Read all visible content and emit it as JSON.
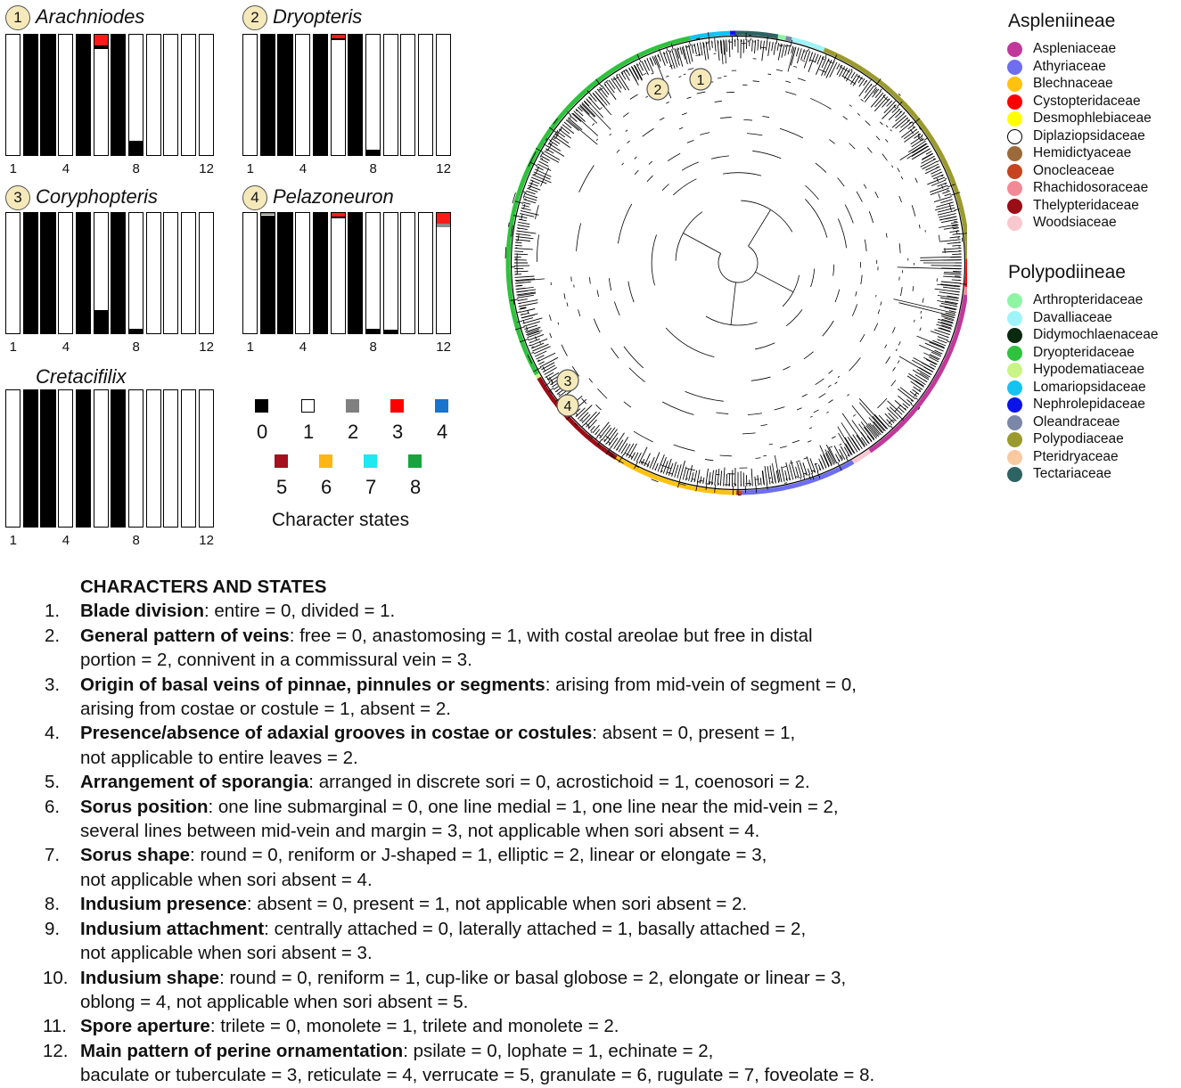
{
  "taxa": [
    {
      "badge": "1",
      "name": "Arachniodes",
      "bars": [
        {
          "s": "w"
        },
        {
          "s": "b"
        },
        {
          "s": "b"
        },
        {
          "s": "w"
        },
        {
          "s": "b"
        },
        {
          "s": "w",
          "seg": [
            [
              "r",
              0,
              0.09
            ],
            [
              "k",
              0.09,
              0.115
            ]
          ]
        },
        {
          "s": "b"
        },
        {
          "s": "w",
          "seg": [
            [
              "k",
              0.88,
              1
            ]
          ]
        },
        {
          "s": "w"
        },
        {
          "s": "w"
        },
        {
          "s": "w"
        },
        {
          "s": "w"
        }
      ],
      "ticks": [
        "1",
        "4",
        "8",
        "12"
      ]
    },
    {
      "badge": "2",
      "name": "Dryopteris",
      "bars": [
        {
          "s": "w"
        },
        {
          "s": "b"
        },
        {
          "s": "b"
        },
        {
          "s": "w"
        },
        {
          "s": "b"
        },
        {
          "s": "w",
          "seg": [
            [
              "r",
              0,
              0.03
            ],
            [
              "k",
              0.03,
              0.045
            ]
          ]
        },
        {
          "s": "b"
        },
        {
          "s": "w",
          "seg": [
            [
              "k",
              0.955,
              1
            ]
          ]
        },
        {
          "s": "w"
        },
        {
          "s": "w"
        },
        {
          "s": "w"
        },
        {
          "s": "w"
        }
      ],
      "ticks": [
        "1",
        "4",
        "8",
        "12"
      ]
    },
    {
      "badge": "3",
      "name": "Coryphopteris",
      "bars": [
        {
          "s": "w"
        },
        {
          "s": "b"
        },
        {
          "s": "b"
        },
        {
          "s": "w"
        },
        {
          "s": "b"
        },
        {
          "s": "w",
          "seg": [
            [
              "k",
              0.81,
              1
            ]
          ]
        },
        {
          "s": "b"
        },
        {
          "s": "w",
          "seg": [
            [
              "k",
              0.965,
              1
            ]
          ]
        },
        {
          "s": "w"
        },
        {
          "s": "w"
        },
        {
          "s": "w"
        },
        {
          "s": "w"
        }
      ],
      "ticks": [
        "1",
        "4",
        "8",
        "12"
      ]
    },
    {
      "badge": "4",
      "name": "Pelazoneuron",
      "bars": [
        {
          "s": "w"
        },
        {
          "s": "b",
          "seg": [
            [
              "g",
              0,
              0.015
            ],
            [
              "w",
              0.015,
              0.025
            ]
          ]
        },
        {
          "s": "b"
        },
        {
          "s": "w"
        },
        {
          "s": "b"
        },
        {
          "s": "w",
          "seg": [
            [
              "r",
              0,
              0.03
            ],
            [
              "k",
              0.03,
              0.045
            ]
          ]
        },
        {
          "s": "b"
        },
        {
          "s": "w",
          "seg": [
            [
              "k",
              0.96,
              1
            ]
          ]
        },
        {
          "s": "w",
          "seg": [
            [
              "k",
              0.97,
              1
            ]
          ]
        },
        {
          "s": "w"
        },
        {
          "s": "w"
        },
        {
          "s": "w",
          "seg": [
            [
              "r",
              0,
              0.09
            ],
            [
              "g",
              0.09,
              0.115
            ]
          ]
        }
      ],
      "ticks": [
        "1",
        "4",
        "8",
        "12"
      ]
    },
    {
      "badge": "",
      "name": "Cretacifilix",
      "bars": [
        {
          "s": "w"
        },
        {
          "s": "b"
        },
        {
          "s": "b"
        },
        {
          "s": "w"
        },
        {
          "s": "b"
        },
        {
          "s": "w"
        },
        {
          "s": "b"
        },
        {
          "s": "w"
        },
        {
          "s": "w"
        },
        {
          "s": "w"
        },
        {
          "s": "w"
        },
        {
          "s": "w"
        }
      ],
      "ticks": [
        "1",
        "4",
        "8",
        "12"
      ]
    }
  ],
  "character_states": {
    "title": "Character states",
    "items": [
      {
        "label": "0",
        "color": "#000000"
      },
      {
        "label": "1",
        "color": "#ffffff"
      },
      {
        "label": "2",
        "color": "#808080"
      },
      {
        "label": "3",
        "color": "#ff0000"
      },
      {
        "label": "4",
        "color": "#1874cd"
      },
      {
        "label": "5",
        "color": "#a50f1e"
      },
      {
        "label": "6",
        "color": "#fdb614"
      },
      {
        "label": "7",
        "color": "#1ee8f0"
      },
      {
        "label": "8",
        "color": "#1aa33c"
      }
    ]
  },
  "families": {
    "aspleniineae": {
      "title": "Aspleniineae",
      "items": [
        {
          "name": "Aspleniaceae",
          "color": "#c0399a"
        },
        {
          "name": "Athyriaceae",
          "color": "#6e6ef0"
        },
        {
          "name": "Blechnaceae",
          "color": "#ffc20e"
        },
        {
          "name": "Cystopteridaceae",
          "color": "#ff0000"
        },
        {
          "name": "Desmophlebiaceae",
          "color": "#ffff00"
        },
        {
          "name": "Diplaziopsidaceae",
          "color": "#ffffff"
        },
        {
          "name": "Hemidictyaceae",
          "color": "#9b6a3a"
        },
        {
          "name": "Onocleaceae",
          "color": "#c6441f"
        },
        {
          "name": "Rhachidosoraceae",
          "color": "#f28a96"
        },
        {
          "name": "Thelypteridaceae",
          "color": "#9b0d17"
        },
        {
          "name": "Woodsiaceae",
          "color": "#f9c8cf"
        }
      ]
    },
    "polypodiineae": {
      "title": "Polypodiineae",
      "items": [
        {
          "name": "Arthropteridaceae",
          "color": "#8ef5a5"
        },
        {
          "name": "Davalliaceae",
          "color": "#9ef4f9"
        },
        {
          "name": "Didymochlaenaceae",
          "color": "#0a2910"
        },
        {
          "name": "Dryopteridaceae",
          "color": "#2fc23e"
        },
        {
          "name": "Hypodematiaceae",
          "color": "#c8f585"
        },
        {
          "name": "Lomariopsidaceae",
          "color": "#14c3f0"
        },
        {
          "name": "Nephrolepidaceae",
          "color": "#0a14e8"
        },
        {
          "name": "Oleandraceae",
          "color": "#7a87a8"
        },
        {
          "name": "Polypodiaceae",
          "color": "#9b9a2e"
        },
        {
          "name": "Pteridryaceae",
          "color": "#f9caa0"
        },
        {
          "name": "Tectariaceae",
          "color": "#2e6363"
        }
      ]
    }
  },
  "tree_badges": [
    "1",
    "2",
    "3",
    "4"
  ],
  "characters": {
    "title": "CHARACTERS AND STATES",
    "items": [
      {
        "num": "1.",
        "name": "Blade division",
        "lines": [
          ": entire = 0, divided = 1."
        ]
      },
      {
        "num": "2.",
        "name": "General pattern of veins",
        "lines": [
          ": free = 0, anastomosing = 1, with costal areolae but free in distal",
          "portion = 2, connivent in a commissural vein = 3."
        ]
      },
      {
        "num": "3.",
        "name": "Origin of basal veins of pinnae, pinnules or segments",
        "lines": [
          ": arising from mid-vein of segment = 0,",
          "arising from costae or costule = 1, absent = 2."
        ]
      },
      {
        "num": "4.",
        "name": "Presence/absence of adaxial grooves in costae or costules",
        "lines": [
          ": absent = 0, present = 1,",
          "not applicable to entire leaves = 2."
        ]
      },
      {
        "num": "5.",
        "name": "Arrangement of sporangia",
        "lines": [
          ": arranged in discrete sori = 0, acrostichoid = 1, coenosori = 2."
        ]
      },
      {
        "num": "6.",
        "name": "Sorus position",
        "lines": [
          ": one line submarginal = 0, one line medial = 1, one line near the mid-vein = 2,",
          "several lines between mid-vein and margin = 3, not applicable when sori absent = 4."
        ]
      },
      {
        "num": "7.",
        "name": "Sorus shape",
        "lines": [
          ": round = 0, reniform or J-shaped = 1, elliptic = 2, linear or elongate = 3,",
          "not applicable when sori absent = 4."
        ]
      },
      {
        "num": "8.",
        "name": "Indusium presence",
        "lines": [
          ": absent = 0, present = 1, not applicable when sori absent = 2."
        ]
      },
      {
        "num": "9.",
        "name": "Indusium attachment",
        "lines": [
          ": centrally attached = 0, laterally attached = 1, basally attached = 2,",
          "not applicable when sori absent = 3."
        ]
      },
      {
        "num": "10.",
        "name": "Indusium shape",
        "lines": [
          ": round = 0, reniform = 1, cup-like or basal globose = 2, elongate or linear = 3,",
          "oblong = 4, not applicable when sori absent = 5."
        ]
      },
      {
        "num": "11.",
        "name": "Spore aperture",
        "lines": [
          ": trilete = 0, monolete = 1, trilete and monolete = 2."
        ]
      },
      {
        "num": "12.",
        "name": "Main pattern of perine ornamentation",
        "lines": [
          ": psilate = 0, lophate = 1, echinate = 2,",
          "baculate or tuberculate = 3, reticulate = 4, verrucate = 5, granulate = 6, rugulate = 7, foveolate = 8."
        ]
      }
    ]
  }
}
